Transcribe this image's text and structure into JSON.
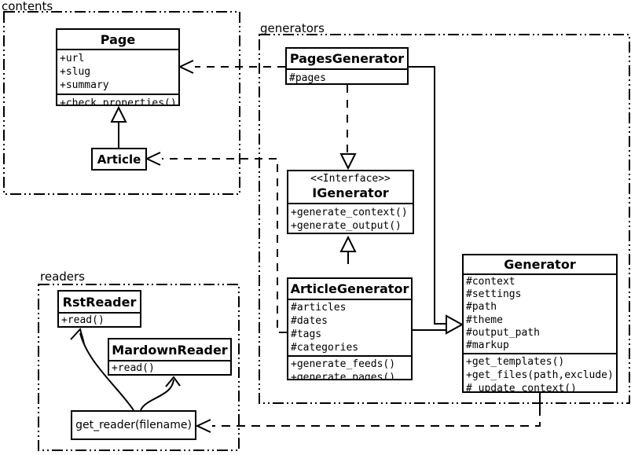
{
  "diagram": {
    "packageLabels": {
      "contents": "contents",
      "generators": "generators",
      "readers": "readers"
    },
    "classes": {
      "page": {
        "title": "Page",
        "attrs": [
          "+url",
          "+slug",
          "+summary"
        ],
        "methods": [
          "+check_properties()"
        ]
      },
      "article": {
        "title": "Article"
      },
      "pagesGenerator": {
        "title": "PagesGenerator",
        "attrs": [
          "#pages"
        ]
      },
      "iGenerator": {
        "stereotype": "<<Interface>>",
        "title": "IGenerator",
        "methods": [
          "+generate_context()",
          "+generate_output()"
        ]
      },
      "articleGenerator": {
        "title": "ArticleGenerator",
        "attrs": [
          "#articles",
          "#dates",
          "#tags",
          "#categories"
        ],
        "methods": [
          "+generate_feeds()",
          "+generate_pages()"
        ]
      },
      "generator": {
        "title": "Generator",
        "attrs": [
          "#context",
          "#settings",
          "#path",
          "#theme",
          "#output_path",
          "#markup"
        ],
        "methods": [
          "+get_templates()",
          "+get_files(path,exclude)",
          "#_update_context()"
        ]
      },
      "rstReader": {
        "title": "RstReader",
        "methods": [
          "+read()"
        ]
      },
      "mardownReader": {
        "title": "MardownReader",
        "methods": [
          "+read()"
        ]
      },
      "getReader": {
        "title": "get_reader(filename)"
      }
    },
    "colors": {
      "line": "#000000",
      "background": "#ffffff"
    }
  }
}
